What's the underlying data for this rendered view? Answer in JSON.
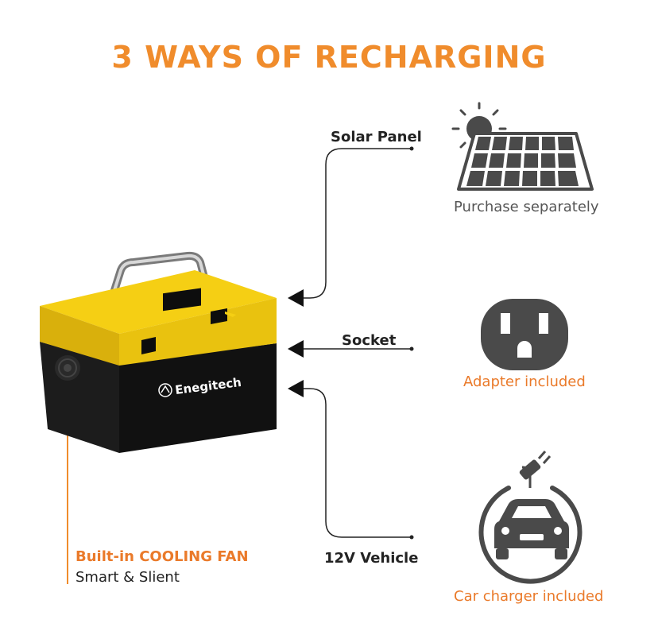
{
  "title": "3 WAYS OF RECHARGING",
  "methods": [
    {
      "label": "Solar Panel",
      "caption": "Purchase separately"
    },
    {
      "label": "Socket",
      "caption": "Adapter included"
    },
    {
      "label": "12V Vehicle",
      "caption": "Car charger included"
    }
  ],
  "brand": "Enegitech",
  "fan": {
    "title": "Built-in COOLING FAN",
    "subtitle": "Smart & Slient"
  },
  "colors": {
    "accent": "#f08c2c",
    "yellow": "#f5cf14",
    "dark": "#222222",
    "icon_gray": "#4a4a4a"
  }
}
